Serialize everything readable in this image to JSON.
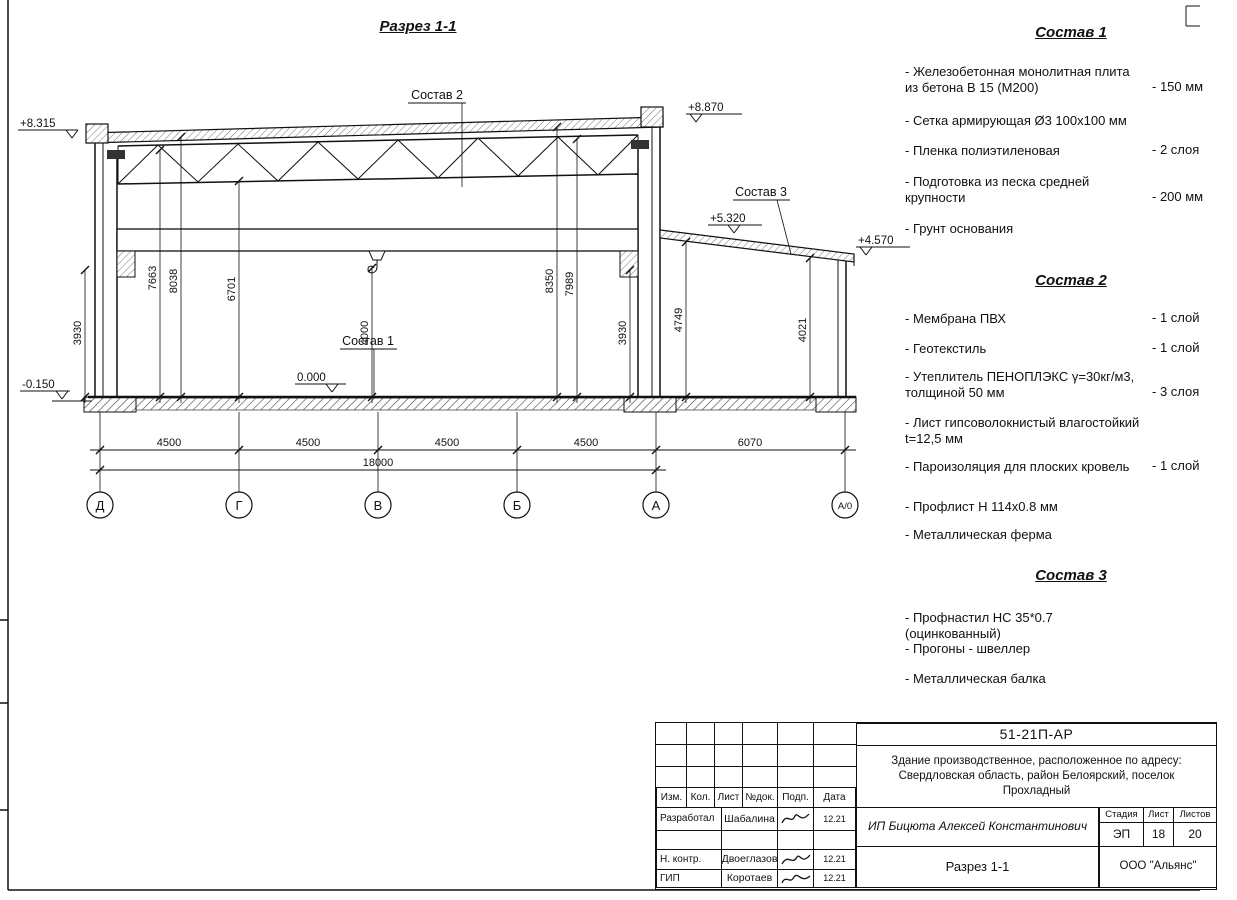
{
  "drawing": {
    "title": "Разрез 1-1",
    "labels": {
      "sostav1": "Состав 1",
      "sostav2": "Состав 2",
      "sostav3": "Состав 3"
    },
    "elevations": {
      "parapet_left": "+8.315",
      "roof_right": "+8.870",
      "annex_left": "+5.320",
      "annex_right": "+4.570",
      "floor": "0.000",
      "ground": "-0.150"
    },
    "vdims": [
      "3930",
      "7663",
      "8038",
      "6701",
      "4000",
      "8350",
      "7989",
      "3930",
      "4749",
      "4021"
    ],
    "hdims": [
      "4500",
      "4500",
      "4500",
      "4500"
    ],
    "hdim_total": "18000",
    "hdim_annex": "6070",
    "axes": [
      "Д",
      "Г",
      "В",
      "Б",
      "А",
      "А/0"
    ]
  },
  "compositions": [
    {
      "title": "Состав 1",
      "items": [
        {
          "label": "- Железобетонная монолитная плита из бетона В 15 (М200)",
          "value": "- 150 мм"
        },
        {
          "label": "- Сетка армирующая Ø3 100х100 мм"
        },
        {
          "label": "- Пленка полиэтиленовая",
          "value": "- 2 слоя"
        },
        {
          "label": "- Подготовка из песка средней крупности",
          "value": "- 200 мм"
        },
        {
          "label": "- Грунт основания"
        }
      ]
    },
    {
      "title": "Состав 2",
      "items": [
        {
          "label": "- Мембрана ПВХ",
          "value": "- 1 слой"
        },
        {
          "label": "- Геотекстиль",
          "value": "- 1 слой"
        },
        {
          "label": "- Утеплитель ПЕНОПЛЭКС γ=30кг/м3, толщиной 50 мм",
          "value": "- 3 слоя"
        },
        {
          "label": "- Лист гипсоволокнистый влагостойкий t=12,5 мм"
        },
        {
          "label": "- Пароизоляция для плоских кровель",
          "value": "- 1 слой"
        },
        {
          "label": "- Профлист Н 114х0.8 мм"
        },
        {
          "label": "- Металлическая ферма"
        }
      ]
    },
    {
      "title": "Состав 3",
      "items": [
        {
          "label": "- Профнастил НС 35*0.7 (оцинкованный)"
        },
        {
          "label": "- Прогоны - швеллер"
        },
        {
          "label": "- Металлическая балка"
        }
      ]
    }
  ],
  "titleblock": {
    "doc_number": "51-21П-АР",
    "project": "Здание производственное, расположенное по адресу: Свердловская область, район Белоярский, поселок Прохладный",
    "rev_headers": [
      "Изм.",
      "Кол.",
      "Лист",
      "№док.",
      "Подп.",
      "Дата"
    ],
    "rows": [
      {
        "role": "Разработал",
        "name": "Шабалина",
        "date": "12.21"
      },
      {
        "role": "Н. контр.",
        "name": "Двоеглазов",
        "date": "12.21"
      },
      {
        "role": "ГИП",
        "name": "Коротаев",
        "date": "12.21"
      }
    ],
    "designer": "ИП Бицюта Алексей Константинович",
    "stage_headers": [
      "Стадия",
      "Лист",
      "Листов"
    ],
    "stage": "ЭП",
    "sheet": "18",
    "sheets": "20",
    "sheet_title": "Разрез 1-1",
    "company": "ООО \"Альянс\""
  }
}
